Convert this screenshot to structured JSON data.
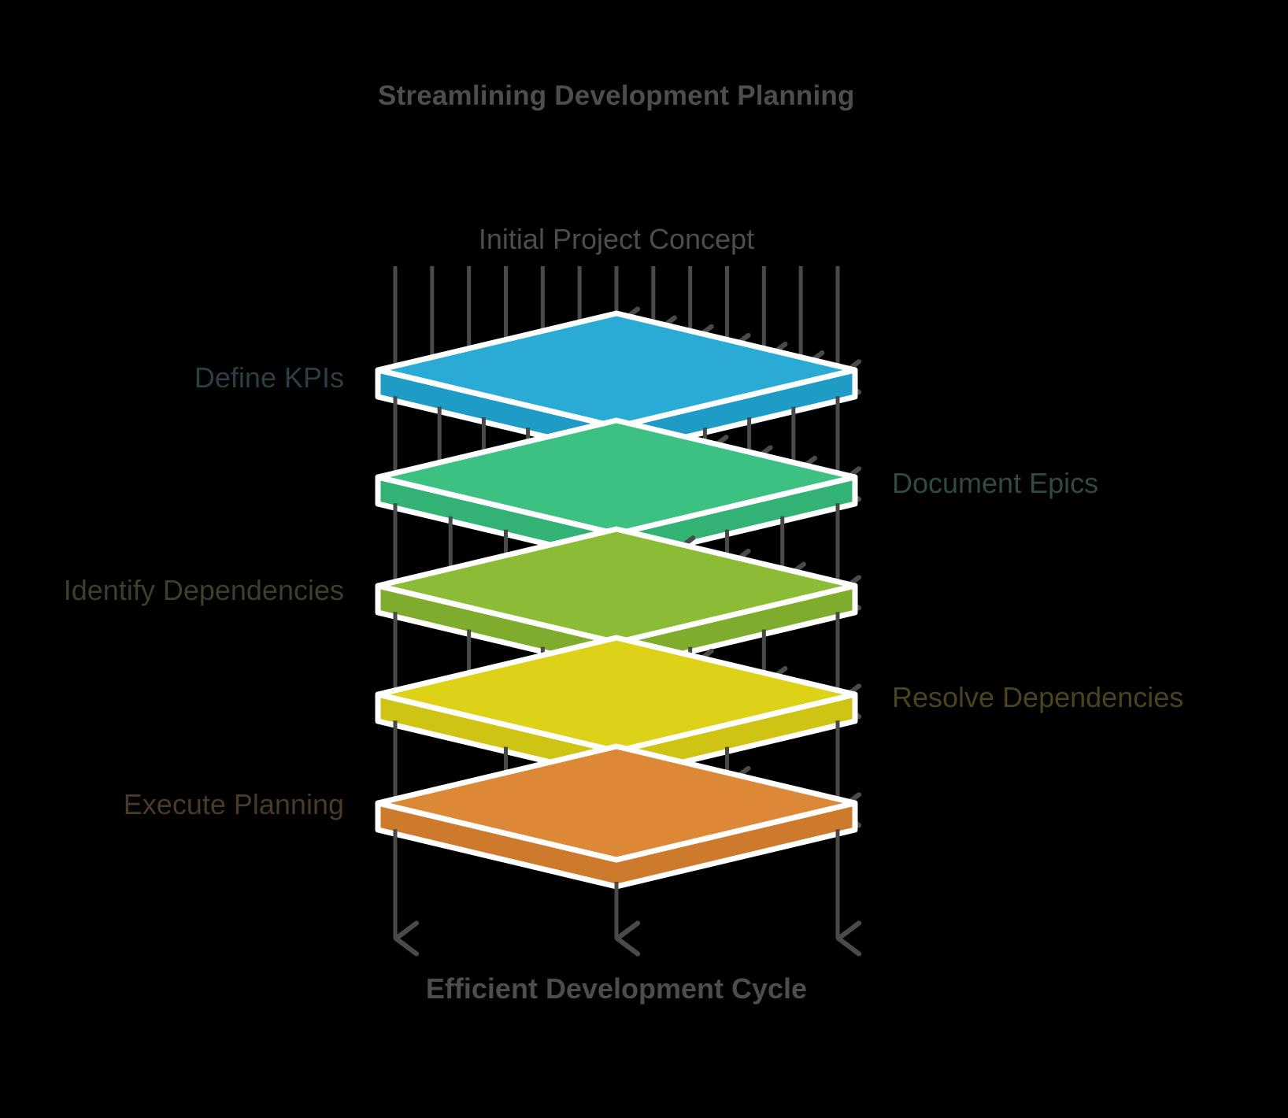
{
  "title": "Streamlining Development Planning",
  "title_color": "#4d4d4d",
  "background_color": "#000000",
  "arrow_color": "#4a4a4a",
  "slab_outline_color": "#ffffff",
  "input": {
    "label": "Initial Project Concept",
    "color": "#4d4d4d"
  },
  "output": {
    "label": "Efficient Development Cycle",
    "color": "#4d4d4d"
  },
  "layers": [
    {
      "label": "Define KPIs",
      "side": "left",
      "fill": "#29abd6",
      "side_fill": "#1f9cc6",
      "label_color": "#2c3e44",
      "arrows_in": 13,
      "arrows_out": 11
    },
    {
      "label": "Document Epics",
      "side": "right",
      "fill": "#3cc182",
      "side_fill": "#32b375",
      "label_color": "#2f4a40",
      "arrows_in": 11,
      "arrows_out": 9
    },
    {
      "label": "Identify Dependencies",
      "side": "left",
      "fill": "#8cbb35",
      "side_fill": "#7fac2c",
      "label_color": "#3c3f2b",
      "arrows_in": 9,
      "arrows_out": 7
    },
    {
      "label": "Resolve Dependencies",
      "side": "right",
      "fill": "#ded218",
      "side_fill": "#cfc414",
      "label_color": "#4a4320",
      "arrows_in": 7,
      "arrows_out": 5
    },
    {
      "label": "Execute Planning",
      "side": "left",
      "fill": "#dd8837",
      "side_fill": "#cd7a2d",
      "label_color": "#4a3a2a",
      "arrows_in": 5,
      "arrows_out": 3
    }
  ]
}
